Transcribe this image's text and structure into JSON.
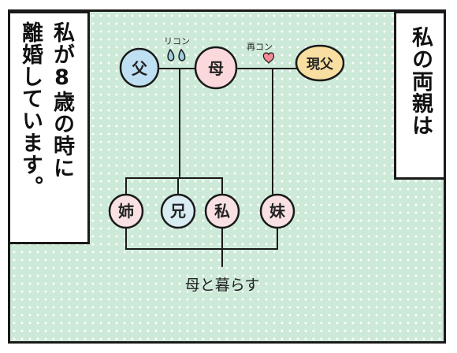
{
  "left_text": {
    "col1": "私が8歳の時に",
    "col2": "離婚しています。"
  },
  "right_text": {
    "col1": "私の両親は"
  },
  "nodes": {
    "father": "父",
    "mother": "母",
    "stepfather": "現父",
    "older_sister": "姉",
    "older_brother": "兄",
    "me": "私",
    "younger_sister": "妹"
  },
  "labels": {
    "divorce": "リコン",
    "remarriage": "再コン",
    "live_with_mother": "母と暮らす"
  },
  "colors": {
    "background": "#cde9d8",
    "father_fill": "#bfe0f2",
    "mother_fill": "#fbd8dc",
    "stepfather_fill": "#f8dea0",
    "child_fill": "#f9e0e3",
    "brother_fill": "#d8ecf2",
    "tear_drop": "#9fd0e2",
    "heart": "#f08a96"
  }
}
